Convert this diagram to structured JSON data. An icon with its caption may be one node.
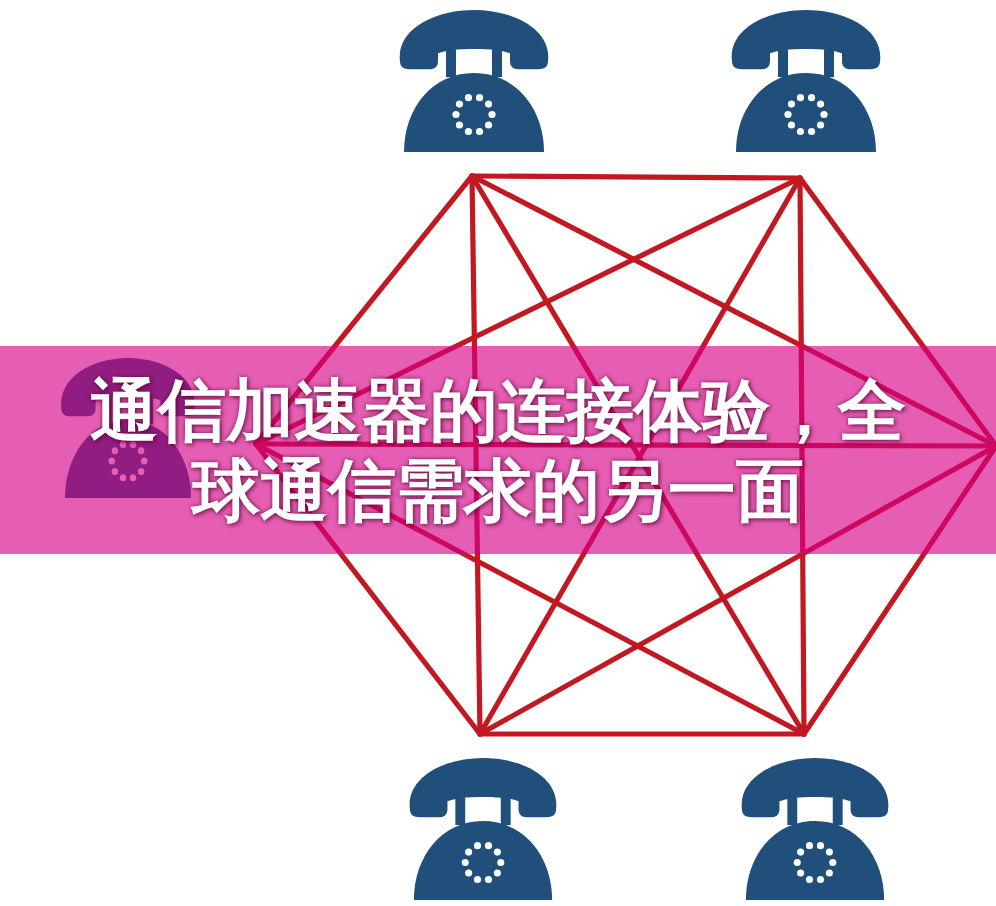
{
  "diagram": {
    "title": "通信加速器的连接体验，全球通信需求的另一面",
    "nodes": [
      {
        "text": [],
        "shape": "picture"
      },
      {
        "text": [],
        "shape": "picture"
      },
      {
        "text": [],
        "shape": "picture"
      },
      {
        "text": [],
        "shape": "picture"
      },
      {
        "text": [],
        "shape": "picture"
      }
    ],
    "edges": [
      {
        "from": 0,
        "to": 1,
        "arrow": "none"
      },
      {
        "from": 0,
        "to": 2,
        "arrow": "none"
      },
      {
        "from": 0,
        "to": 3,
        "arrow": "none"
      },
      {
        "from": 0,
        "to": 4,
        "arrow": "none"
      },
      {
        "from": 0,
        "to": null,
        "arrow": "none"
      },
      {
        "from": 1,
        "to": 2,
        "arrow": "none"
      },
      {
        "from": 1,
        "to": 3,
        "arrow": "none"
      },
      {
        "from": 1,
        "to": 4,
        "arrow": "none"
      },
      {
        "from": 1,
        "to": null,
        "arrow": "none"
      },
      {
        "from": 2,
        "to": 3,
        "arrow": "none"
      },
      {
        "from": 2,
        "to": 4,
        "arrow": "none"
      },
      {
        "from": 2,
        "to": null,
        "arrow": "none"
      },
      {
        "from": 3,
        "to": 4,
        "arrow": "none"
      },
      {
        "from": 3,
        "to": null,
        "arrow": "none"
      },
      {
        "from": 4,
        "to": null,
        "arrow": "none"
      }
    ]
  }
}
